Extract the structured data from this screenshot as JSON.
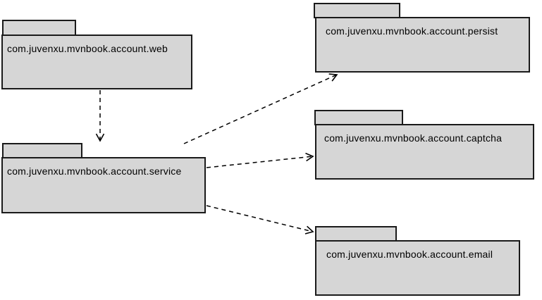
{
  "diagram": {
    "type": "uml-package-dependency-diagram",
    "packages": [
      {
        "id": "web",
        "label": "com.juvenxu.mvnbook.account.web"
      },
      {
        "id": "persist",
        "label": "com.juvenxu.mvnbook.account.persist"
      },
      {
        "id": "service",
        "label": "com.juvenxu.mvnbook.account.service"
      },
      {
        "id": "captcha",
        "label": "com.juvenxu.mvnbook.account.captcha"
      },
      {
        "id": "email",
        "label": "com.juvenxu.mvnbook.account.email"
      }
    ],
    "dependencies": [
      {
        "from": "web",
        "to": "service",
        "style": "dashed-open-arrow"
      },
      {
        "from": "service",
        "to": "persist",
        "style": "dashed-open-arrow"
      },
      {
        "from": "service",
        "to": "captcha",
        "style": "dashed-open-arrow"
      },
      {
        "from": "service",
        "to": "email",
        "style": "dashed-open-arrow"
      }
    ],
    "colors": {
      "package_fill": "#d6d6d6",
      "package_border": "#1a1a1a",
      "arrow": "#000000",
      "background": "#ffffff"
    }
  }
}
